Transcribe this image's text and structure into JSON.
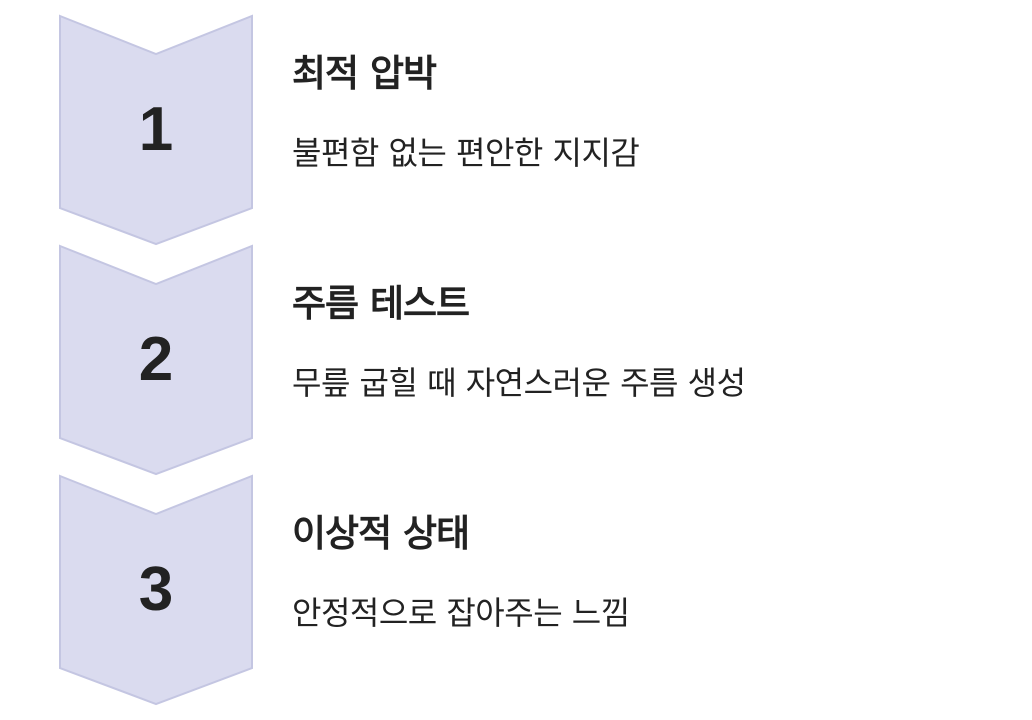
{
  "colors": {
    "chevron_fill": "#dadbef",
    "chevron_border": "#c4c6e2",
    "text": "#222222"
  },
  "steps": [
    {
      "number": "1",
      "title": "최적 압박",
      "description": "불편함 없는 편안한 지지감"
    },
    {
      "number": "2",
      "title": "주름 테스트",
      "description": "무릎 굽힐 때 자연스러운 주름 생성"
    },
    {
      "number": "3",
      "title": "이상적 상태",
      "description": "안정적으로 잡아주는 느낌"
    }
  ]
}
